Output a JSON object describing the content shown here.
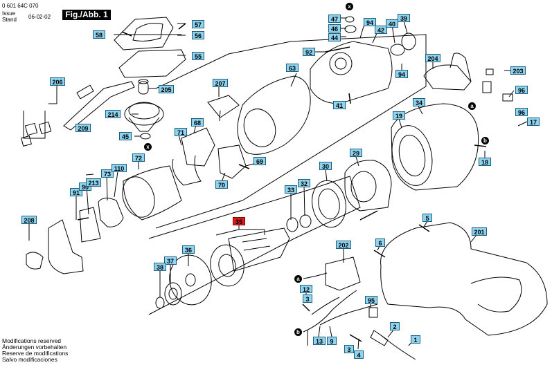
{
  "header": {
    "part_number": "0 601 64C 070",
    "issue_label": "Issue",
    "stand_label": "Stand",
    "date": "06-02-02",
    "figure_label": "Fig./Abb. 1"
  },
  "footer": {
    "lines": [
      "Modifications reserved",
      "Änderungen vorbehalten",
      "Reserve de modifications",
      "Salvo modificaciones"
    ]
  },
  "markers": {
    "x": "x",
    "a": "a",
    "b": "b"
  },
  "colors": {
    "tag_fill": "#8fd3ef",
    "tag_border": "#1b5f80",
    "highlight_tag": "#e21b1b"
  },
  "highlighted_part": "35",
  "parts": [
    "57",
    "58",
    "56",
    "55",
    "205",
    "206",
    "214",
    "209",
    "45",
    "207",
    "71",
    "68",
    "72",
    "73",
    "110",
    "91",
    "90",
    "213",
    "208",
    "70",
    "69",
    "63",
    "47",
    "46",
    "44",
    "92",
    "94",
    "42",
    "40",
    "39",
    "41",
    "204",
    "203",
    "96",
    "19",
    "34",
    "17",
    "18",
    "29",
    "30",
    "33",
    "32",
    "35",
    "36",
    "37",
    "38",
    "5",
    "6",
    "201",
    "202",
    "12",
    "95",
    "3",
    "13",
    "9",
    "4",
    "2",
    "1"
  ]
}
